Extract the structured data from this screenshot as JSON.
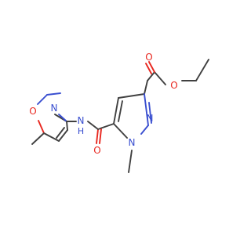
{
  "colors": {
    "carbon": "#404040",
    "oxygen": "#e8271f",
    "nitrogen": "#3a4fd0",
    "hydrogen": "#3a4fd0",
    "background": "#ffffff"
  },
  "atoms": {
    "isoxazole_o": "O",
    "isoxazole_n": "N",
    "amide_n": "N",
    "amide_h": "H",
    "amide_o": "O",
    "pyrazole_n1": "N",
    "pyrazole_n2": "N",
    "ester_carbonyl_o": "O",
    "ester_o": "O"
  }
}
